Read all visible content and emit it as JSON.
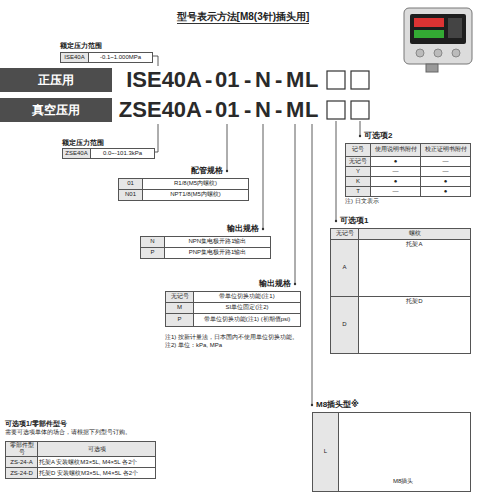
{
  "diagram": {
    "title": "型号表示方法[M8(3针)插头用]",
    "nodes": [
      {
        "text": [
          "正压用"
        ]
      },
      {
        "text": [
          "真空压用"
        ]
      }
    ],
    "labels": [
      "额定压力范围",
      "ISE40A",
      "-0.1~1.000MPa",
      "ISE40A",
      "-",
      "01",
      "-",
      "N",
      "-",
      "M",
      "L",
      "ZSE40A",
      "-",
      "01",
      "-",
      "N",
      "-",
      "M",
      "L",
      "额定压力范围",
      "ZSE40A",
      "0.0~-101.3kPa",
      "配管规格",
      "01",
      "R1/8(M5内螺纹)",
      "N01",
      "NPT1/8(M5内螺纹)",
      "输出规格",
      "N",
      "NPN集电极开路1输出",
      "P",
      "PNP集电极开路1输出",
      "输出规格",
      "无记号",
      "带单位切换功能(注1)",
      "M",
      "SI单位固定(注2)",
      "P",
      "带单位切换功能(注1) (初期值psi)",
      "注1) 按新计量法，日本国内不使用单位切换功能。",
      "注2) 单位：kPa, MPa",
      "可选项2",
      "记号",
      "使用说明书附付",
      "校正证明书附付",
      "无记号",
      "●",
      "—",
      "Y",
      "—",
      "—",
      "K",
      "●",
      "●",
      "T",
      "—",
      "●",
      "注) 日文表示",
      "可选项1",
      "无记号",
      "螺纹",
      "A",
      "托架A",
      "D",
      "托架D",
      "M8插头型※",
      "L",
      "M8插头",
      "可选项1/零部件型号",
      "需要可选项单体的场合，请根据下列型号订购。",
      "零部件型号",
      "可选项",
      "ZS-24-A",
      "托架A 安装螺纹M3×5L, M4×5L 各2个",
      "ZS-24-D",
      "托架D 安装螺纹M3×5L, M4×5L 各2个"
    ]
  }
}
